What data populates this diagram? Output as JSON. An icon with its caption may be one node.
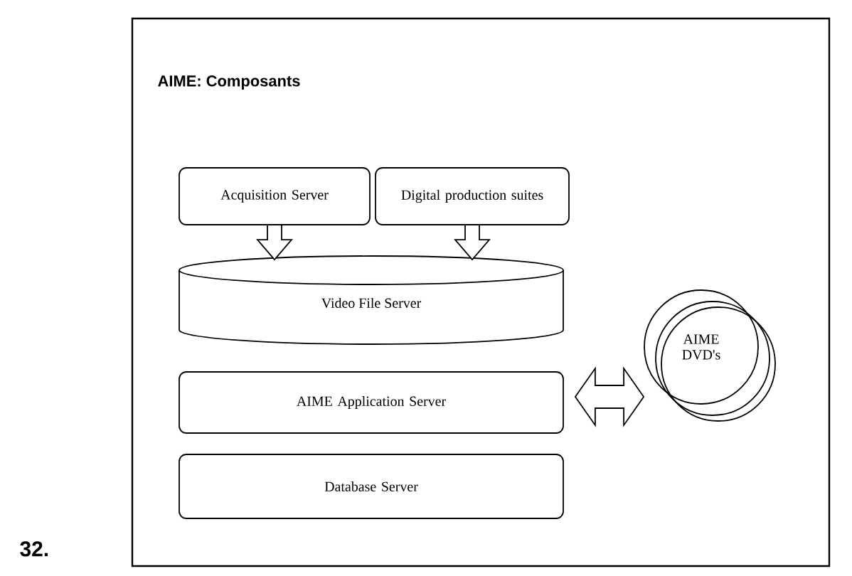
{
  "diagram": {
    "title": "AIME: Composants",
    "nodes": [
      {
        "text": [
          "Acquisition Server"
        ]
      },
      {
        "text": [
          "Digital production suites"
        ]
      },
      {
        "text": [
          "Video File Server"
        ]
      },
      {
        "text": [
          "AIME Application Server"
        ]
      },
      {
        "text": [
          "Database Server"
        ]
      },
      {
        "text": [
          "AIME DVD's"
        ]
      }
    ],
    "edges": [
      {
        "from": 0,
        "to": 2,
        "arrow": "to"
      },
      {
        "from": 1,
        "to": 2,
        "arrow": "to"
      },
      {
        "from": 3,
        "to": 5,
        "arrow": "both"
      }
    ],
    "labels": [
      "32."
    ]
  }
}
